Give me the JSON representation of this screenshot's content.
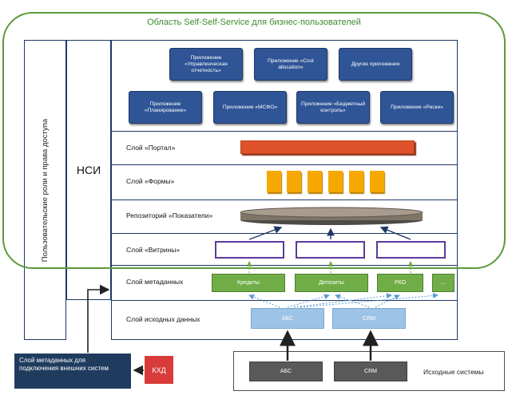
{
  "region": {
    "title": "Область Self-Self-Service для бизнес-пользователей"
  },
  "access": {
    "label": "Пользовательские роли и права доступа"
  },
  "nsi": {
    "label": "НСИ"
  },
  "apps": {
    "row1": [
      {
        "label": "Приложение «Управленческая отчетность»"
      },
      {
        "label": "Приложение «Cost allocation»"
      },
      {
        "label": "Другие приложения"
      }
    ],
    "row2": [
      {
        "label": "Приложение «Планирование»"
      },
      {
        "label": "Приложение «МСФО»"
      },
      {
        "label": "Приложение «Бюджетный контроль»"
      },
      {
        "label": "Приложение «Риски»"
      }
    ]
  },
  "layers": {
    "portal": "Слой «Портал»",
    "forms": "Слой «Формы»",
    "repository": "Репозиторий «Показатели»",
    "vitriny": "Слой «Витрины»",
    "metadata": "Слой метаданных",
    "source": "Слой исходных данных"
  },
  "metadata_items": [
    "Кредиты",
    "Депозиты",
    "РКО",
    "…"
  ],
  "source_items": [
    "АБС",
    "CRM"
  ],
  "source_systems": {
    "label": "Исходные системы",
    "items": [
      "АБС",
      "CRM"
    ]
  },
  "external": {
    "metadata_label": "Слой метаданных для подключения внешних систем",
    "kxd_label": "КХД"
  },
  "colors": {
    "region_border": "#5b9b3a",
    "app_fill": "#2f5597",
    "portal_fill": "#e0532a",
    "forms_fill": "#f6a800",
    "repository_fill": "#7f7567",
    "vitrina_border": "#5b3a9b",
    "metadata_fill": "#70ad47",
    "source_fill": "#9dc3e6",
    "system_fill": "#595959",
    "external_fill": "#1f3c5e",
    "kxd_fill": "#d93b3b"
  }
}
